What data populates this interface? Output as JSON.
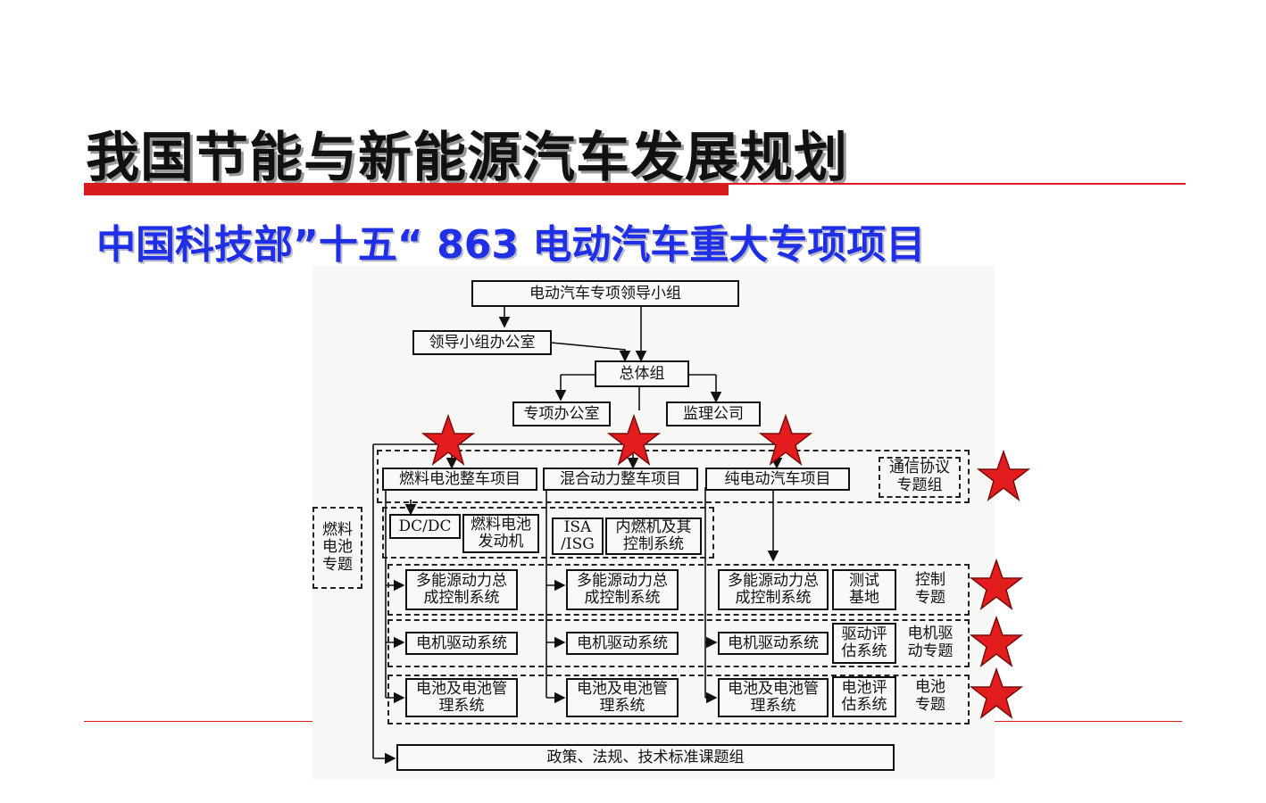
{
  "slide": {
    "title": "我国节能与新能源汽车发展规划",
    "subtitle": "中国科技部”十五“ 863 电动汽车重大专项项目"
  },
  "colors": {
    "accent_red": "#d81c1c",
    "subtitle_blue": "#1f2fe8",
    "star_red": "#e31d1d"
  },
  "org_chart": {
    "leading_group": "电动汽车专项领导小组",
    "leading_office": "领导小组办公室",
    "general_group": "总体组",
    "special_office": "专项办公室",
    "supervision_company": "监理公司",
    "projects": {
      "fuel_cell_vehicle": "燃料电池整车项目",
      "hybrid_vehicle": "混合动力整车项目",
      "pure_electric_vehicle": "纯电动汽车项目",
      "comm_protocol_group": "通信协议\n专题组"
    },
    "fuel_cell_topic": "燃料\n电池\n专题",
    "components": {
      "dcdc": "DC/DC",
      "fuel_cell_engine": "燃料电池\n发动机",
      "isa_isg": "ISA\n/ISG",
      "ice_control": "内燃机及其\n控制系统"
    },
    "rows": {
      "powertrain_control": "多能源动力总\n成控制系统",
      "test_base": "测试\n基地",
      "control_topic": "控制\n专题",
      "motor_drive": "电机驱动系统",
      "drive_eval": "驱动评\n估系统",
      "motor_drive_topic": "电机驱\n动专题",
      "battery_mgmt": "电池及电池管\n理系统",
      "battery_eval": "电池评\n估系统",
      "battery_topic": "电池\n专题"
    },
    "policy_group": "政策、法规、技术标准课题组"
  }
}
